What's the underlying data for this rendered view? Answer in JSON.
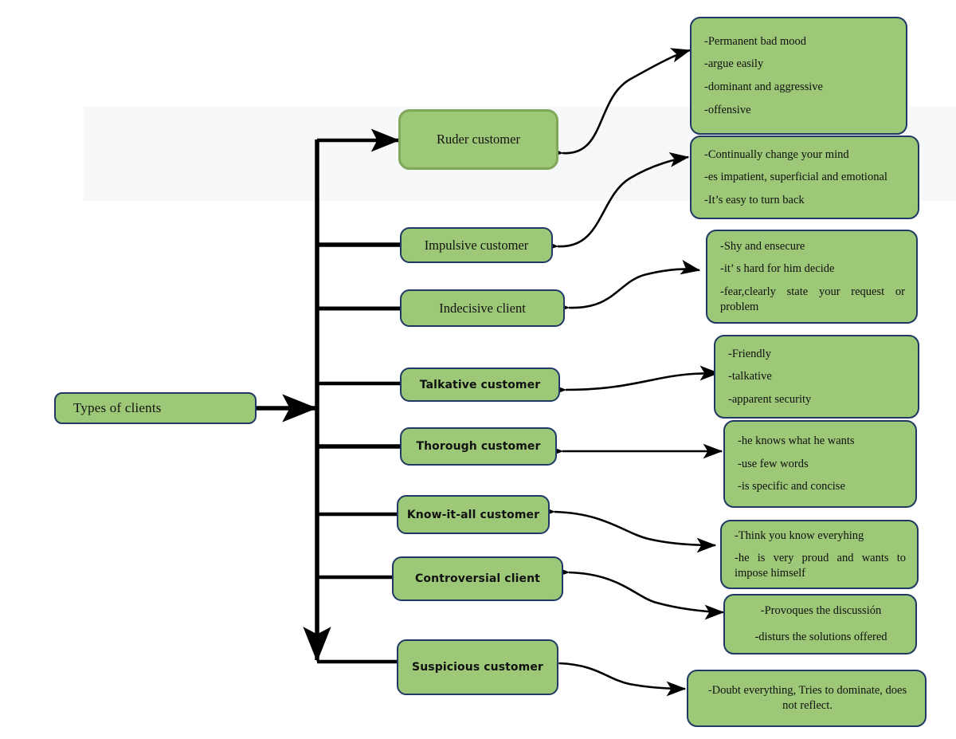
{
  "diagram": {
    "title_node": {
      "label": "Types   of clients"
    },
    "branches": [
      {
        "id": "ruder",
        "label": "Ruder customer"
      },
      {
        "id": "impulsive",
        "label": "Impulsive customer"
      },
      {
        "id": "indecisive",
        "label": "Indecisive client"
      },
      {
        "id": "talkative",
        "label": "Talkative customer"
      },
      {
        "id": "thorough",
        "label": "Thorough customer"
      },
      {
        "id": "knowitall",
        "label": "Know-it-all customer"
      },
      {
        "id": "controversial",
        "label": "Controversial client"
      },
      {
        "id": "suspicious",
        "label": "Suspicious customer"
      }
    ],
    "details": [
      {
        "id": "ruder-traits",
        "lines": [
          "-Permanent bad mood",
          "-argue easily",
          "-dominant and aggressive",
          "-offensive"
        ]
      },
      {
        "id": "impulsive-traits",
        "lines": [
          "-Continually change your mind",
          "-es impatient, superficial and emotional",
          "-It’s easy to turn back"
        ]
      },
      {
        "id": "indecisive-traits",
        "lines": [
          "-Shy and ensecure",
          "-it’ s hard for him decide",
          "-fear,clearly state your request or problem"
        ]
      },
      {
        "id": "talkative-traits",
        "lines": [
          "-Friendly",
          "-talkative",
          "-apparent security"
        ]
      },
      {
        "id": "thorough-traits",
        "lines": [
          "-he knows what he wants",
          "-use few words",
          "-is specific and concise"
        ]
      },
      {
        "id": "knowitall-traits",
        "lines": [
          "-Think you know everyhing",
          "-he is very proud and wants to impose himself"
        ]
      },
      {
        "id": "controversial-traits",
        "lines": [
          "-Provoques the discussión",
          "-disturs the solutions offered"
        ]
      },
      {
        "id": "suspicious-traits",
        "lines": [
          "-Doubt everything, Tries to dominate, does not reflect."
        ]
      }
    ],
    "colors": {
      "node_fill": "#9dc878",
      "node_border": "#1f3864",
      "first_node_border": "#7fa85a",
      "connector": "#000000",
      "band": "#f6f8fa",
      "background": "#ffffff"
    }
  }
}
